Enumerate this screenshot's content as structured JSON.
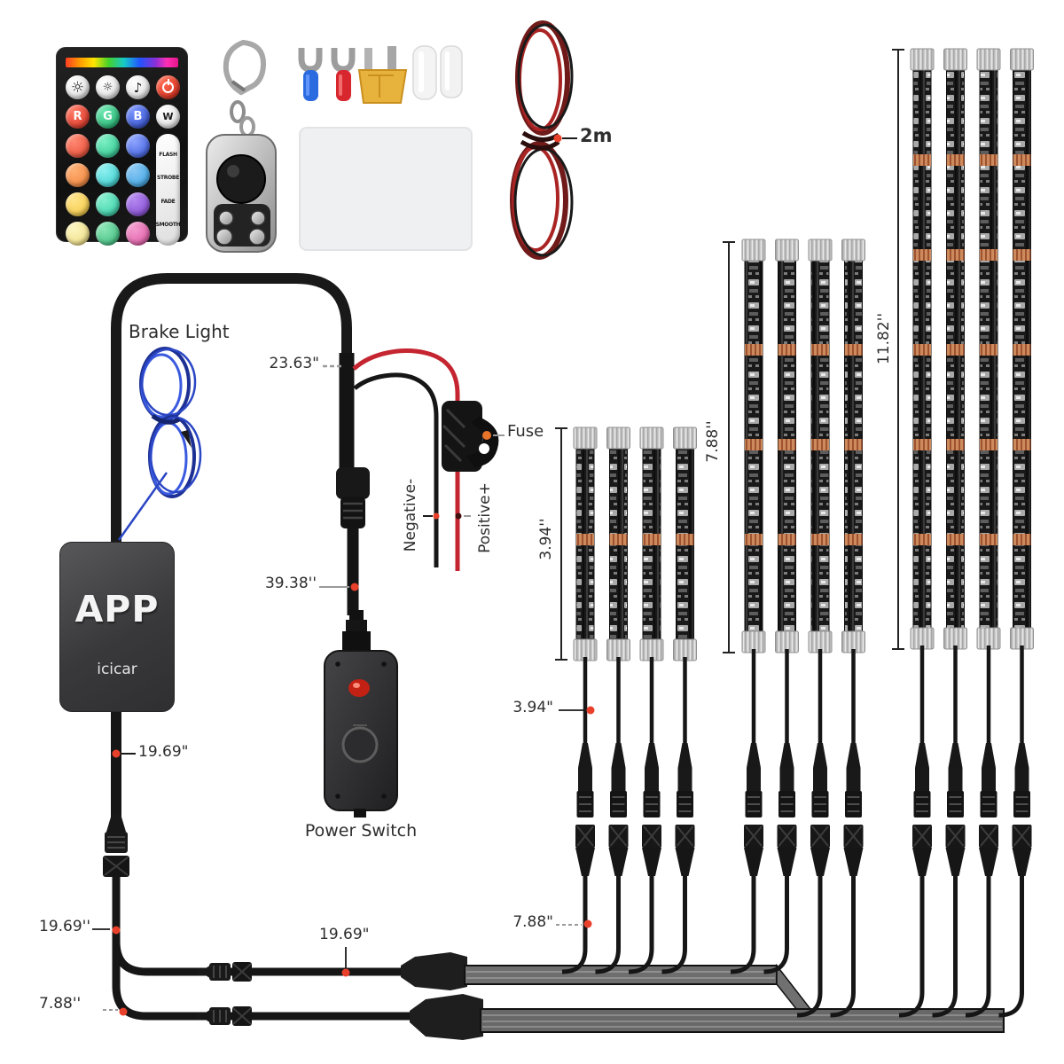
{
  "labels": {
    "brake_light": "Brake Light",
    "wire_length_2m": "2m",
    "harness_23_63": "23.63\"",
    "fuse": "Fuse",
    "negative": "Negative-",
    "positive": "Positive+",
    "harness_39_38": "39.38''",
    "lead_19_69_app": "19.69\"",
    "power_switch": "Power Switch",
    "strip_len_3_94": "3.94''",
    "strip_len_7_88": "7.88''",
    "strip_len_11_82": "11.82''",
    "lead_3_94": "3.94\"",
    "lead_7_88_mid": "7.88\"",
    "lead_19_69_mid": "19.69\"",
    "lead_19_69_left": "19.69''",
    "lead_7_88_left": "7.88''"
  },
  "app_controller": {
    "title": "APP",
    "brand": "icicar"
  },
  "remote": {
    "color_keys": [
      "R",
      "G",
      "B",
      "W"
    ],
    "mode_keys": [
      "FLASH",
      "STROBE",
      "FADE",
      "SMOOTH"
    ]
  },
  "colors": {
    "marker_dot": "#e8402a",
    "positive_wire": "#c42530",
    "negative_wire": "#161616",
    "brake_wire": "#2a46c4",
    "copper_band": "#cd8b5d",
    "cable_band": "#6e6e6e"
  }
}
